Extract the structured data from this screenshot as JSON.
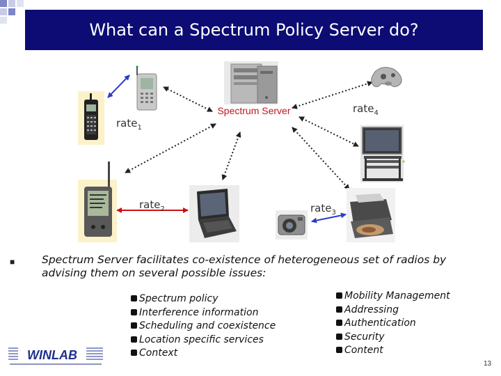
{
  "title": "What can a Spectrum Policy Server do?",
  "server_label": "Spectrum Server",
  "rates": {
    "r1": {
      "base": "rate",
      "sub": "1"
    },
    "r2": {
      "base": "rate",
      "sub": "2"
    },
    "r3": {
      "base": "rate",
      "sub": "3"
    },
    "r4": {
      "base": "rate",
      "sub": "4"
    }
  },
  "main_text": "Spectrum Server facilitates co-existence of heterogeneous set of radios by advising them on several possible issues:",
  "issues_left": [
    "Spectrum policy",
    "Interference information",
    "Scheduling and coexistence",
    "Location specific services",
    "Context"
  ],
  "issues_right": [
    "Mobility Management",
    "Addressing",
    "Authentication",
    "Security",
    "Content"
  ],
  "logo_text": "WINLAB",
  "page_number": "13",
  "colors": {
    "title_bg": "#0c0c74",
    "server_label": "#c0161d",
    "arrow": "#222222",
    "red_arrow": "#cc1111",
    "blue_arrow": "#2a3cc8"
  }
}
